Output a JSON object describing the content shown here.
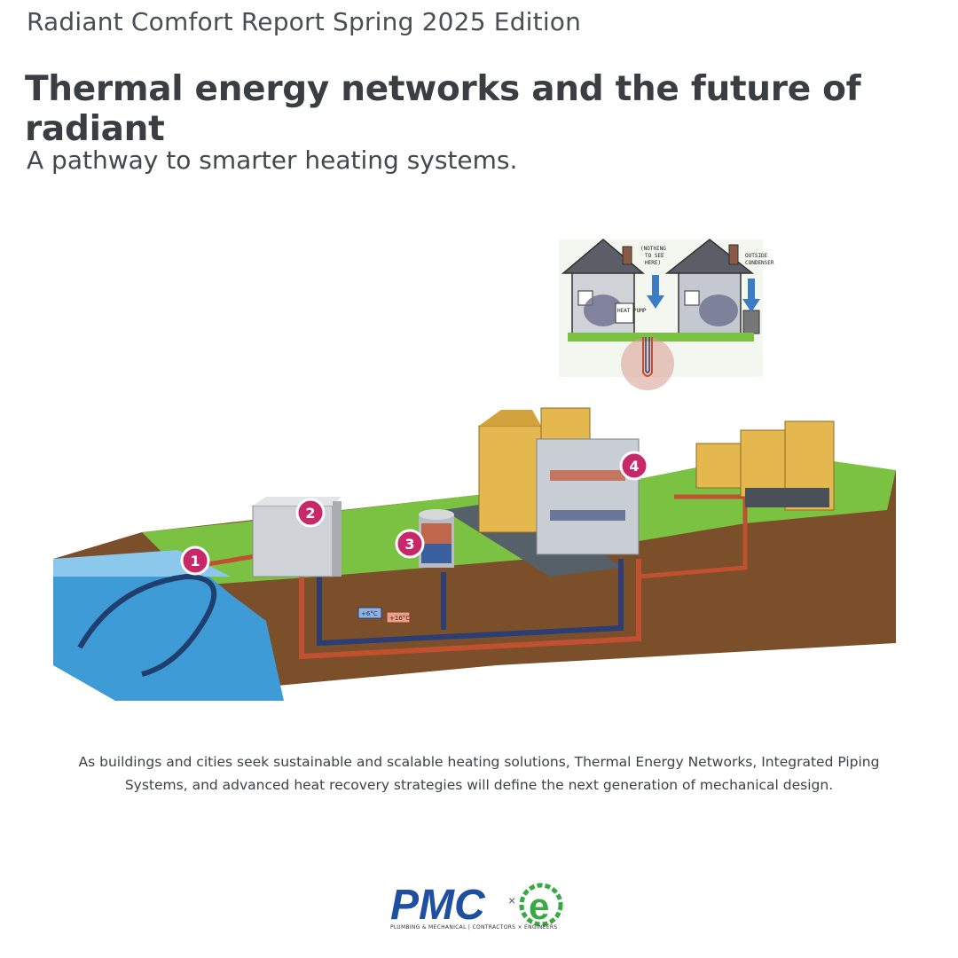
{
  "header": {
    "eyebrow": "Radiant Comfort Report Spring 2025 Edition",
    "title": "Thermal energy networks and the future of radiant",
    "subtitle": "A pathway to smarter heating systems."
  },
  "illustration": {
    "inset_cartoon": {
      "speech_left": [
        "(NOTHING",
        "TO SEE",
        "HERE)"
      ],
      "speech_right": [
        "OUTSIDE",
        "CONDENSER"
      ],
      "house_label": "HEAT PUMP"
    },
    "markers": [
      "1",
      "2",
      "3",
      "4"
    ],
    "temperature_tags": {
      "cold": "+6°C",
      "warm": "+16°C"
    },
    "colors": {
      "sky_water": "#3f9bd6",
      "grass": "#7cc242",
      "soil": "#7a4f2a",
      "marker": "#c8286a",
      "pipe_hot": "#c0502f",
      "pipe_cold": "#2c3e73"
    }
  },
  "caption": "As buildings and cities seek sustainable and scalable heating solutions, Thermal Energy Networks, Integrated Piping Systems, and advanced heat recovery strategies will define the next generation of mechanical design.",
  "logo": {
    "brand_main": "PMC",
    "brand_x": "×",
    "brand_e": "e",
    "tagline": "PLUMBING & MECHANICAL | CONTRACTORS × ENGINEERS"
  }
}
